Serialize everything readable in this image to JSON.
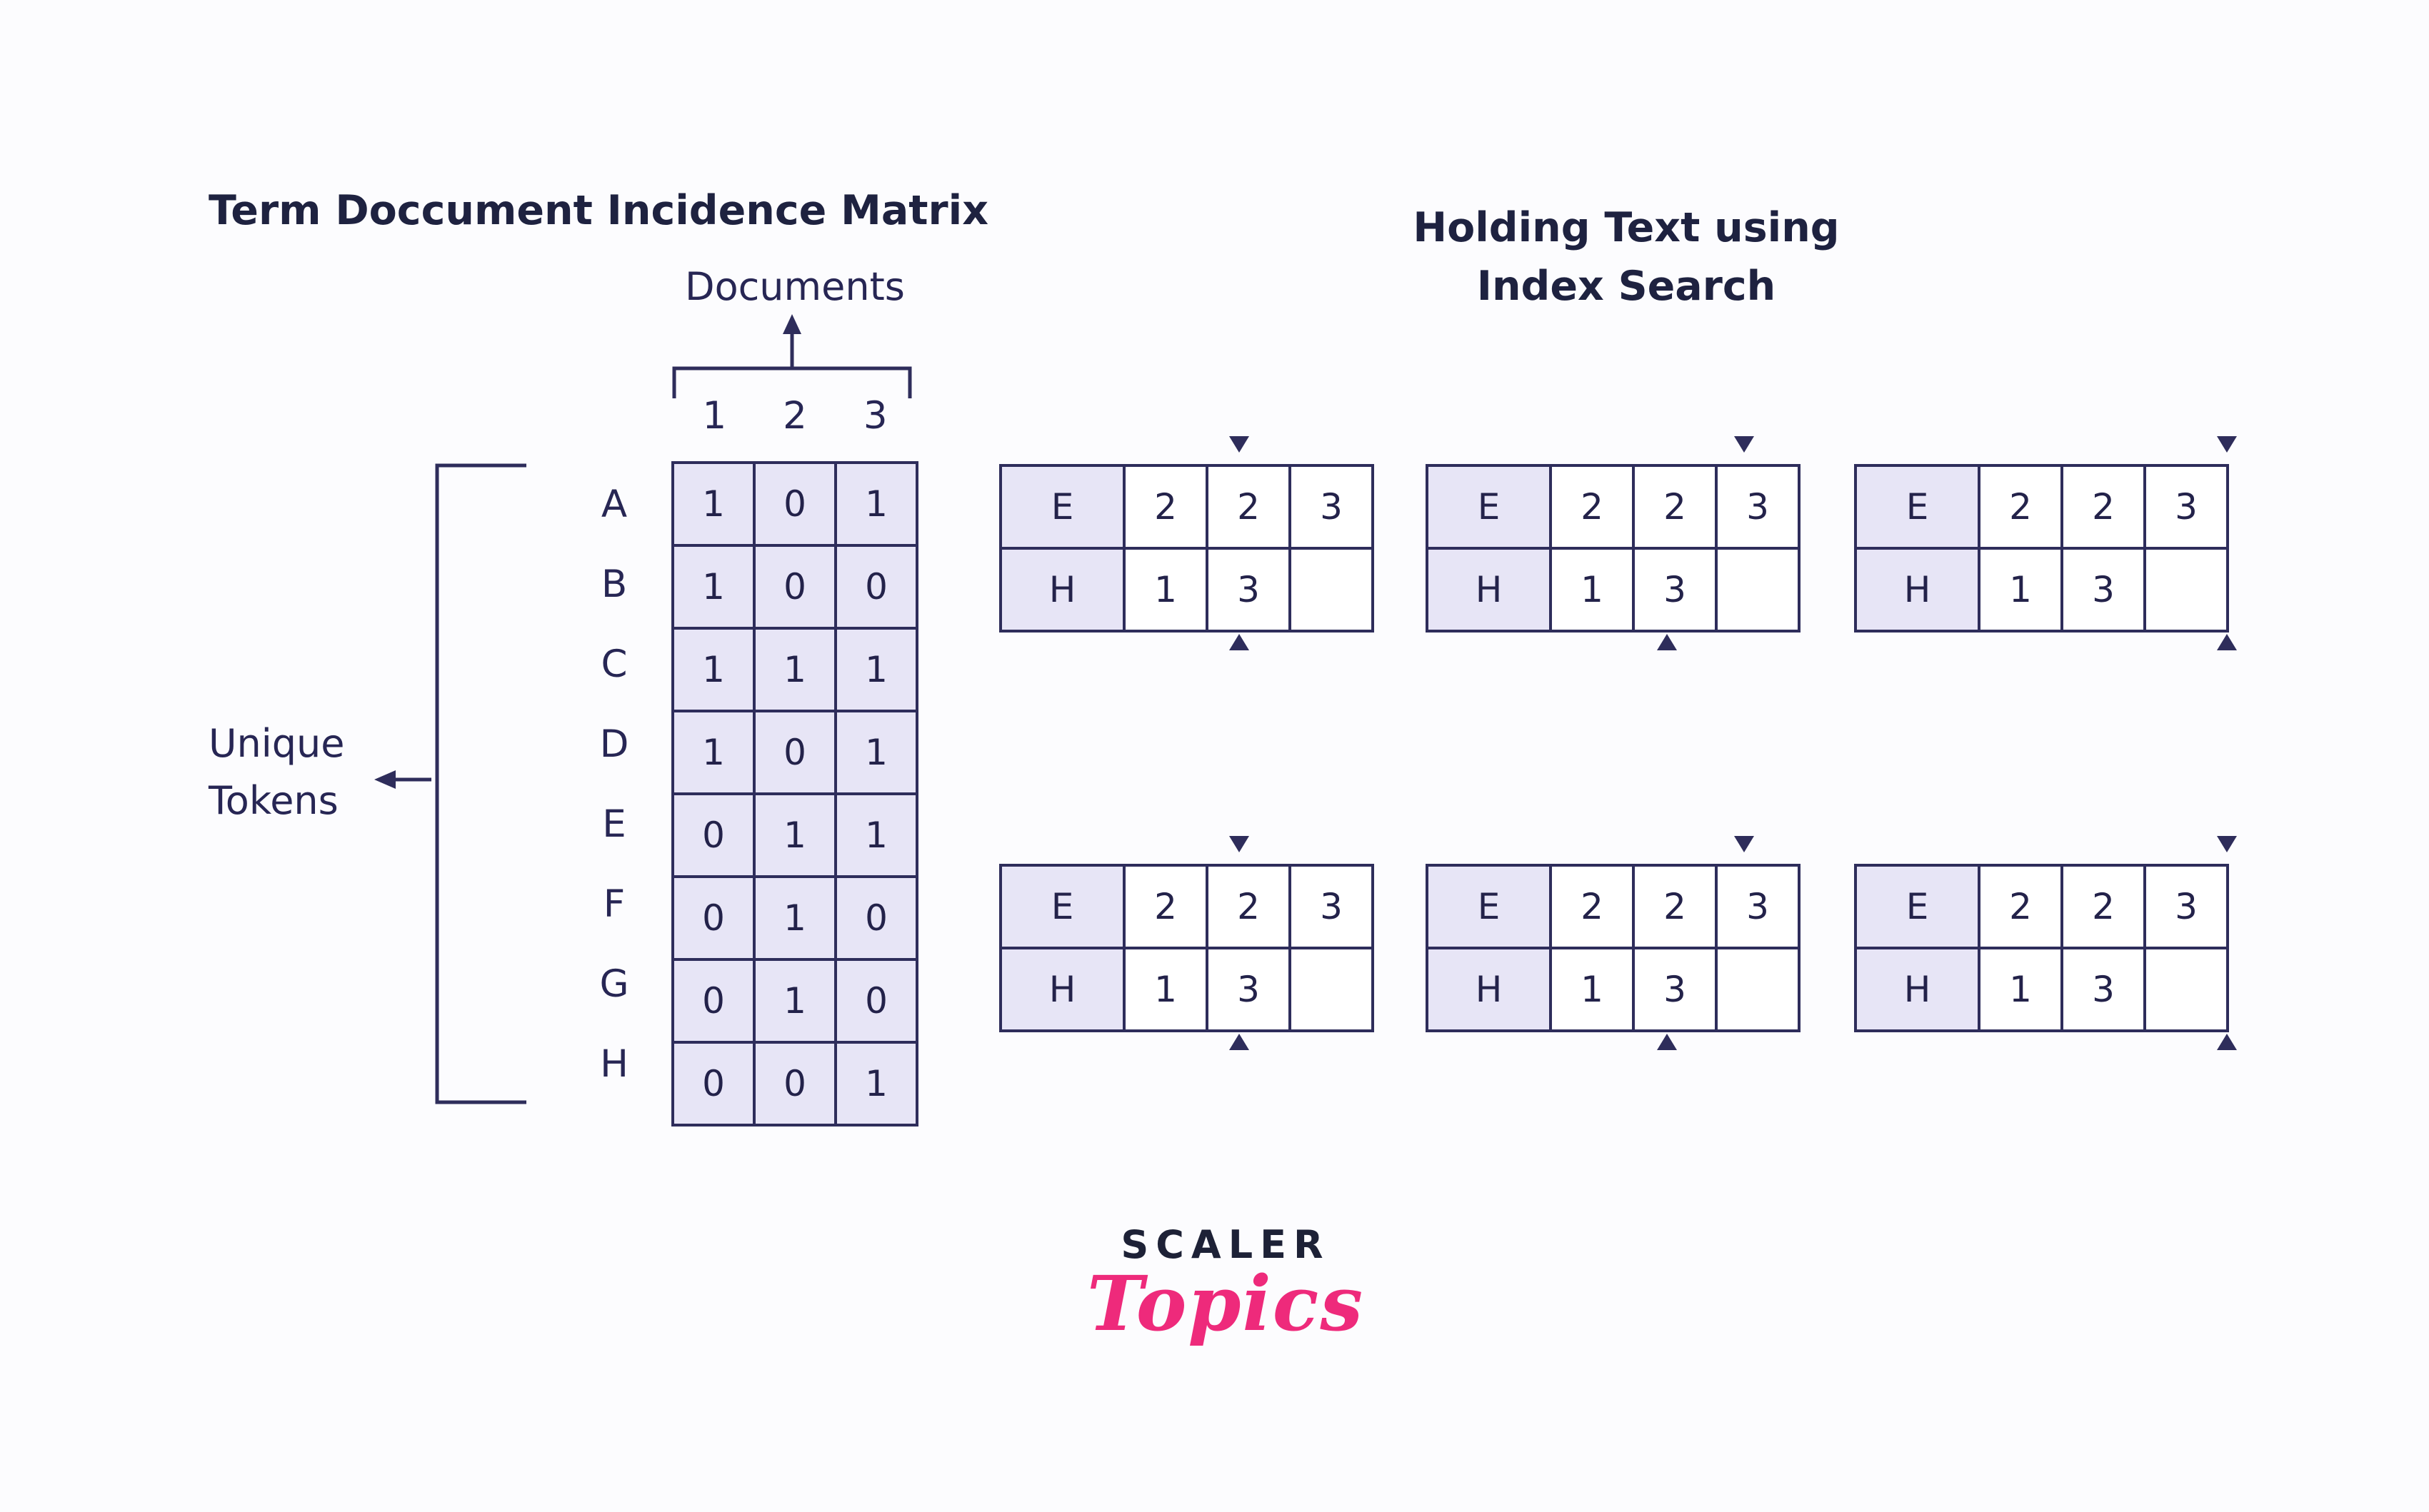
{
  "colors": {
    "background": "#fcfcfe",
    "ink": "#2e2d5b",
    "cell_fill": "#e7e5f6",
    "accent_pink": "#ee2a7b"
  },
  "left_panel": {
    "title": "Term Doccument Incidence Matrix",
    "documents_label": "Documents",
    "unique_tokens_line1": "Unique",
    "unique_tokens_line2": "Tokens",
    "col_headers": [
      "1",
      "2",
      "3"
    ],
    "row_labels": [
      "A",
      "B",
      "C",
      "D",
      "E",
      "F",
      "G",
      "H"
    ],
    "matrix": [
      [
        "1",
        "0",
        "1"
      ],
      [
        "1",
        "0",
        "0"
      ],
      [
        "1",
        "1",
        "1"
      ],
      [
        "1",
        "0",
        "1"
      ],
      [
        "0",
        "1",
        "1"
      ],
      [
        "0",
        "1",
        "0"
      ],
      [
        "0",
        "1",
        "0"
      ],
      [
        "0",
        "0",
        "1"
      ]
    ]
  },
  "right_panel": {
    "title_line1": "Holding Text using",
    "title_line2": "Index Search",
    "index_table": {
      "rows": [
        {
          "label": "E",
          "values": [
            "2",
            "2",
            "3"
          ]
        },
        {
          "label": "H",
          "values": [
            "1",
            "3",
            ""
          ]
        }
      ]
    }
  },
  "logo": {
    "brand": "SCALER",
    "sub": "Topics"
  }
}
